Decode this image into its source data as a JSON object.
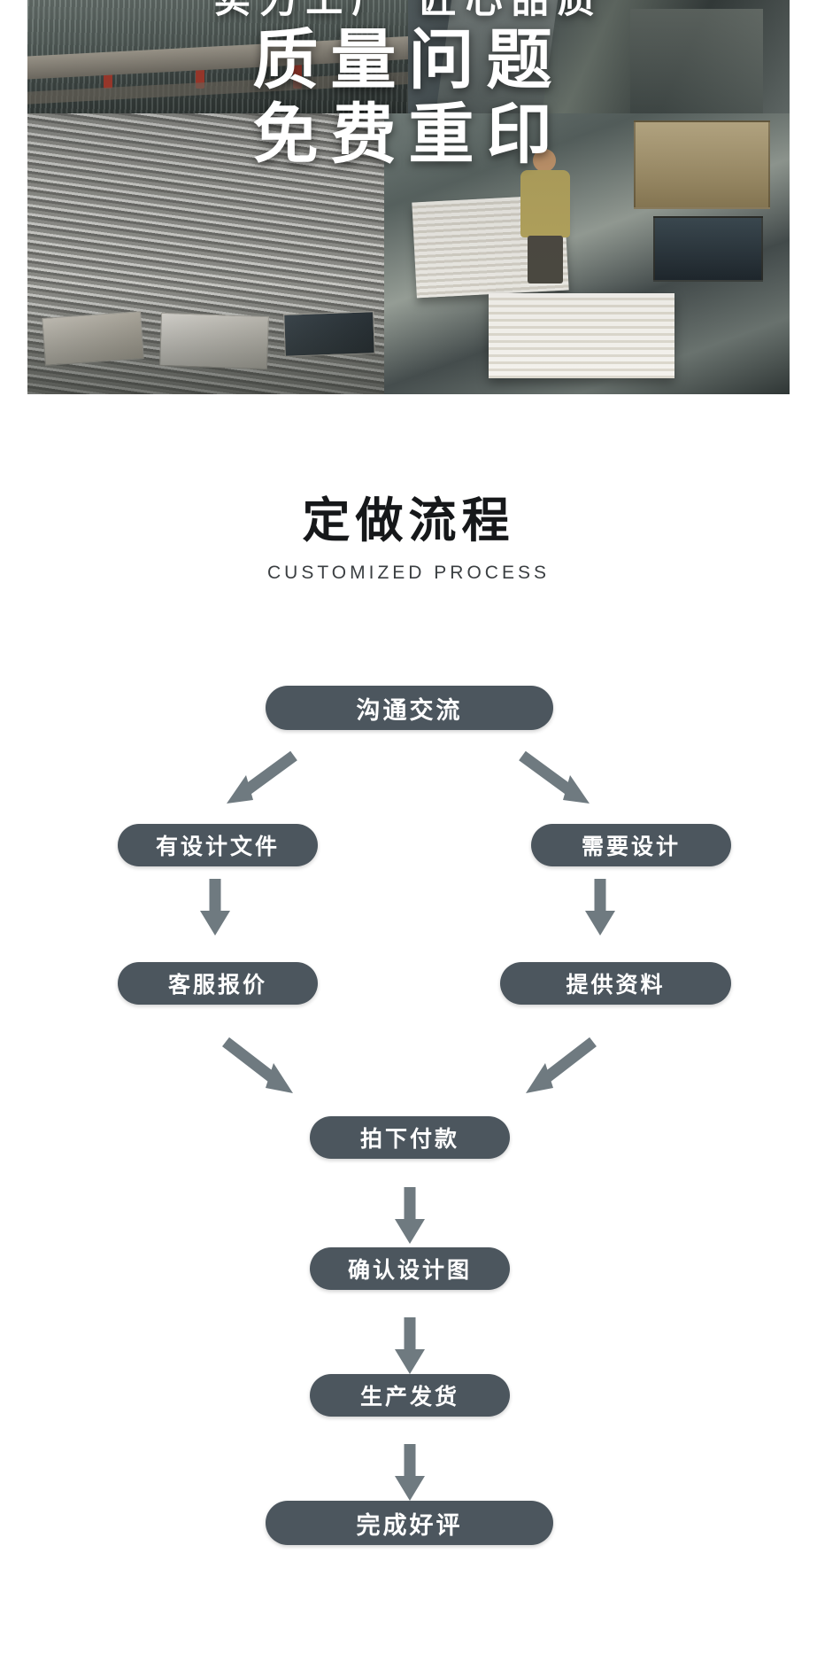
{
  "banner": {
    "line1": "实力工厂  匠心品质",
    "line2": "质量问题",
    "line3": "免费重印",
    "photos": [
      {
        "name": "printing-plates-photo"
      },
      {
        "name": "printing-press-photo"
      },
      {
        "name": "printed-sheets-stack-photo"
      },
      {
        "name": "warehouse-worker-photo"
      }
    ]
  },
  "section": {
    "title": "定做流程",
    "subtitle": "CUSTOMIZED PROCESS"
  },
  "flow": {
    "nodes": [
      {
        "id": "communicate",
        "label": "沟通交流"
      },
      {
        "id": "has-design-file",
        "label": "有设计文件"
      },
      {
        "id": "need-design",
        "label": "需要设计"
      },
      {
        "id": "service-quote",
        "label": "客服报价"
      },
      {
        "id": "provide-material",
        "label": "提供资料"
      },
      {
        "id": "order-payment",
        "label": "拍下付款"
      },
      {
        "id": "confirm-design",
        "label": "确认设计图"
      },
      {
        "id": "produce-ship",
        "label": "生产发货"
      },
      {
        "id": "complete-review",
        "label": "完成好评"
      }
    ],
    "arrow_color": "#6f7a80",
    "node_color": "#4c565e",
    "node_text_color": "#ffffff"
  }
}
